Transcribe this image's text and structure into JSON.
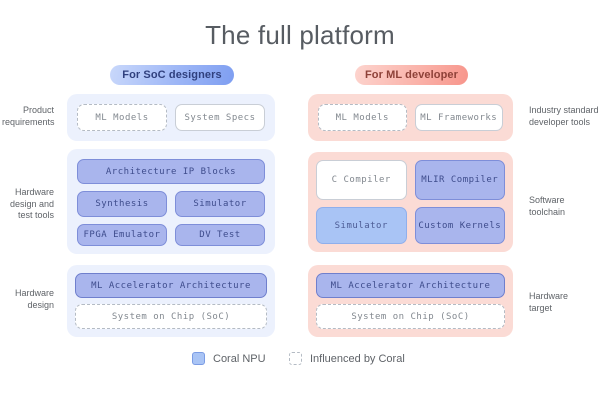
{
  "title": "The full platform",
  "badges": {
    "soc": "For SoC designers",
    "ml": "For ML developer"
  },
  "side_labels": {
    "left": [
      "Product requirements",
      "Hardware design and test tools",
      "Hardware design"
    ],
    "right": [
      "Industry standard developer tools",
      "Software toolchain",
      "Hardware target"
    ]
  },
  "soc_boxes": {
    "ml_models": "ML Models",
    "system_specs": "System Specs",
    "architecture_ip_blocks": "Architecture IP Blocks",
    "synthesis": "Synthesis",
    "simulator": "Simulator",
    "fpga_emulator": "FPGA Emulator",
    "dv_test": "DV Test",
    "ml_accelerator_architecture": "ML Accelerator Architecture",
    "system_on_chip": "System on Chip (SoC)"
  },
  "ml_boxes": {
    "ml_models": "ML Models",
    "ml_frameworks": "ML Frameworks",
    "c_compiler": "C Compiler",
    "mlir_compiler": "MLIR Compiler",
    "simulator": "Simulator",
    "custom_kernels": "Custom Kernels",
    "ml_accelerator_architecture": "ML Accelerator Architecture",
    "system_on_chip": "System on Chip (SoC)"
  },
  "legend": {
    "coral_npu": "Coral NPU",
    "influenced_by_coral": "Influenced by Coral"
  },
  "colors": {
    "title_gray": "#575c62",
    "label_gray": "#5f6368",
    "container_blue": "#ecf1fd",
    "container_pink": "#fbdbd5",
    "coral_npu_fill": "#a9c4f5",
    "periwinkle_fill": "#a9b5ed",
    "periwinkle_border": "#7e8ed9",
    "badge_blue_start": "#c9d8fb",
    "badge_blue_end": "#7e9ef1",
    "badge_pink_start": "#fdd4ce",
    "badge_pink_end": "#f7958b"
  }
}
